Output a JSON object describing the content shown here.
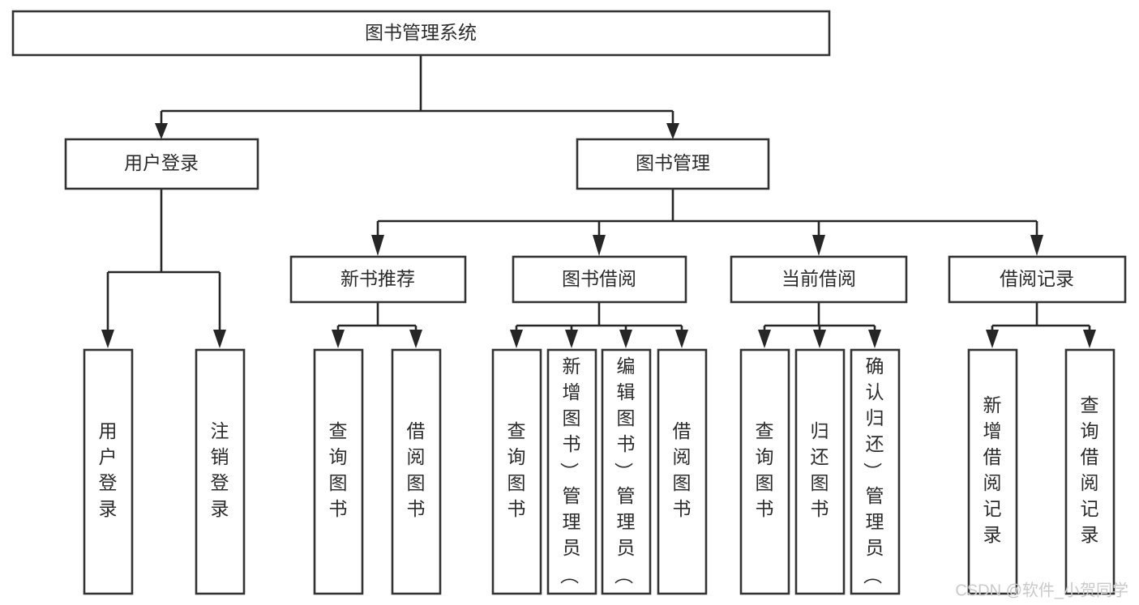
{
  "diagram": {
    "title": "图书管理系统",
    "orientation": "top-down-tree",
    "background_color": "#ffffff",
    "box_stroke_color": "#333333",
    "connector_color": "#262626",
    "text_color": "#2b2b2b",
    "root": {
      "id": "root",
      "label": "图书管理系统",
      "orientation": "horizontal"
    },
    "level1": [
      {
        "id": "user-login",
        "label": "用户登录",
        "orientation": "horizontal"
      },
      {
        "id": "book-manage",
        "label": "图书管理",
        "orientation": "horizontal"
      }
    ],
    "level2": [
      {
        "id": "new-book-recommend",
        "label": "新书推荐",
        "parent": "book-manage",
        "orientation": "horizontal"
      },
      {
        "id": "book-borrow",
        "label": "图书借阅",
        "parent": "book-manage",
        "orientation": "horizontal"
      },
      {
        "id": "current-borrow",
        "label": "当前借阅",
        "parent": "book-manage",
        "orientation": "horizontal"
      },
      {
        "id": "borrow-record",
        "label": "借阅记录",
        "parent": "book-manage",
        "orientation": "horizontal"
      }
    ],
    "leaves": [
      {
        "id": "leaf-user-login",
        "label": "用户登录",
        "parent": "user-login",
        "orientation": "vertical"
      },
      {
        "id": "leaf-user-logout",
        "label": "注销登录",
        "parent": "user-login",
        "orientation": "vertical"
      },
      {
        "id": "leaf-query-book-1",
        "label": "查询图书",
        "parent": "new-book-recommend",
        "orientation": "vertical"
      },
      {
        "id": "leaf-borrow-book-1",
        "label": "借阅图书",
        "parent": "new-book-recommend",
        "orientation": "vertical"
      },
      {
        "id": "leaf-query-book-2",
        "label": "查询图书",
        "parent": "book-borrow",
        "orientation": "vertical"
      },
      {
        "id": "leaf-add-book",
        "label": "新增图书（管理员）",
        "parent": "book-borrow",
        "orientation": "vertical"
      },
      {
        "id": "leaf-edit-book",
        "label": "编辑图书（管理员）",
        "parent": "book-borrow",
        "orientation": "vertical"
      },
      {
        "id": "leaf-borrow-book-2",
        "label": "借阅图书",
        "parent": "book-borrow",
        "orientation": "vertical"
      },
      {
        "id": "leaf-query-book-3",
        "label": "查询图书",
        "parent": "current-borrow",
        "orientation": "vertical"
      },
      {
        "id": "leaf-return-book",
        "label": "归还图书",
        "parent": "current-borrow",
        "orientation": "vertical"
      },
      {
        "id": "leaf-confirm-return",
        "label": "确认归还（管理员）",
        "parent": "current-borrow",
        "orientation": "vertical"
      },
      {
        "id": "leaf-add-record",
        "label": "新增借阅记录",
        "parent": "borrow-record",
        "orientation": "vertical"
      },
      {
        "id": "leaf-query-record",
        "label": "查询借阅记录",
        "parent": "borrow-record",
        "orientation": "vertical"
      }
    ]
  },
  "watermark": {
    "text": "CSDN @软件_小贺同学",
    "color": "#c9c9c9"
  }
}
